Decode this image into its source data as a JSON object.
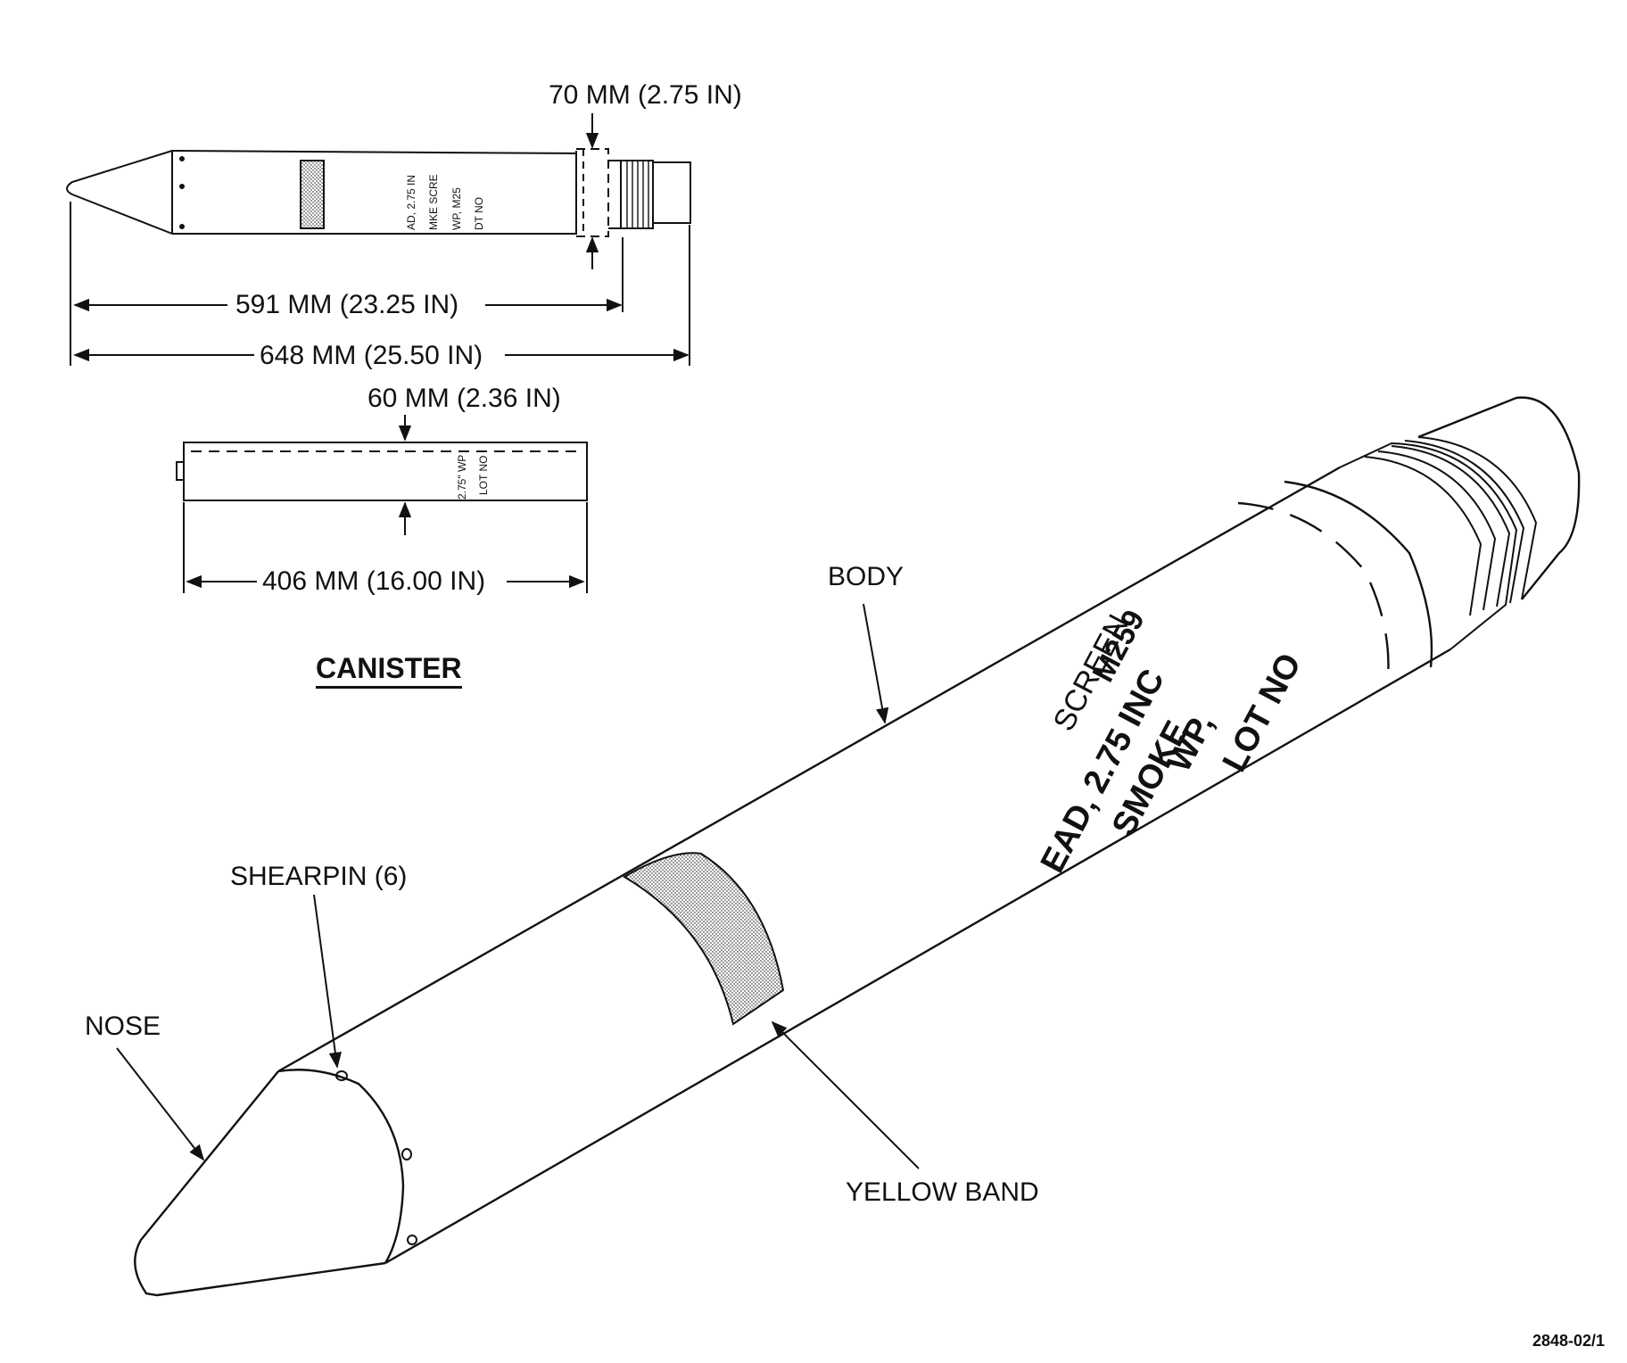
{
  "dimensions": {
    "diameter_warhead": "70 MM (2.75 IN)",
    "length_body": "591 MM (23.25 IN)",
    "length_overall": "648 MM (25.50 IN)",
    "diameter_canister": "60 MM (2.36 IN)",
    "length_canister": "406 MM (16.00 IN)"
  },
  "labels": {
    "canister_title": "CANISTER",
    "body": "BODY",
    "shearpin": "SHEARPIN (6)",
    "nose": "NOSE",
    "yellow_band": "YELLOW BAND"
  },
  "stencil_small": [
    "AD, 2.75 IN",
    "MKE SCRE",
    "WP, M25",
    "DT NO"
  ],
  "stencil_canister": [
    "2.75\" WP",
    "LOT NO"
  ],
  "stencil_large": [
    "M259",
    "SCREEN",
    "EAD, 2.75 INC",
    "SMOKE",
    "WP,",
    "LOT NO"
  ],
  "figure_id": "2848-02/1",
  "colors": {
    "ink": "#111111",
    "band_fill": "#c9c9c9"
  }
}
